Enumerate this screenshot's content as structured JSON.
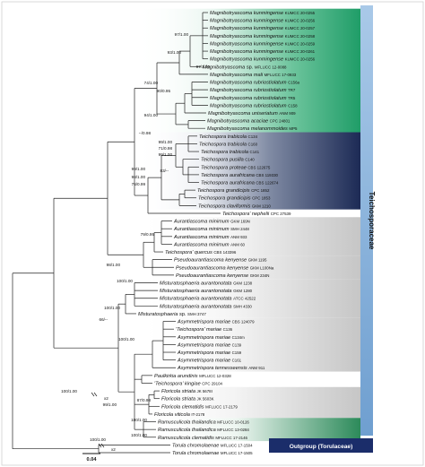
{
  "colors": {
    "new_species_text": "#1a3cd4",
    "magnibotryascoma_band": "#1f9d68",
    "teichospora_band": "#1c2a55",
    "aurantiascoma_band": "#cfcfcf",
    "family_bar": "#6f9fd0",
    "outgroup_bar": "#1b2d6a"
  },
  "family_label": "Teichosporaceae",
  "outgroup_label": "Outgroup (Torulaceae)",
  "scale_bar": "0.04",
  "break_marks": [
    "x2",
    "x2"
  ],
  "support_values": [
    "97/1.00",
    "93/1.00",
    "97/1.00",
    "74/1.00",
    "90/0.95",
    "94/1.00",
    "--/0.98",
    "99/1.00",
    "71/0.98",
    "99/1.00",
    "83/--",
    "99/1.00",
    "98/1.00",
    "76/0.99",
    "79/0.95",
    "98/1.00",
    "100/1.00",
    "100/1.00",
    "66/--",
    "100/1.00",
    "100/1.00",
    "99/1.00",
    "87/0.98",
    "100/1.00",
    "100/1.00",
    "100/1.00"
  ],
  "taxa": [
    {
      "genus": "Magnibotryascoma",
      "epithet": "kunmingense",
      "voucher": "KUMCC 20-0255",
      "highlight": true
    },
    {
      "genus": "Magnibotryascoma",
      "epithet": "kunmingense",
      "voucher": "KUMCC 20-0256",
      "highlight": true
    },
    {
      "genus": "Magnibotryascoma",
      "epithet": "kunmingense",
      "voucher": "KUMCC 20-0257",
      "highlight": true
    },
    {
      "genus": "Magnibotryascoma",
      "epithet": "kunmingense",
      "voucher": "KUMCC 20-0258",
      "highlight": true
    },
    {
      "genus": "Magnibotryascoma",
      "epithet": "kunmingense",
      "voucher": "KUMCC 20-0259",
      "highlight": true
    },
    {
      "genus": "Magnibotryascoma",
      "epithet": "kunmingense",
      "voucher": "KUMCC 20-0261",
      "highlight": true
    },
    {
      "genus": "Magnibotryascoma",
      "epithet": "kunmingense",
      "voucher": "KUMCC 20-0256",
      "highlight": true
    },
    {
      "genus": "Magnibotryascoma",
      "epithet": "sp.",
      "voucher": "MFLUCC 12-0088",
      "highlight": false
    },
    {
      "genus": "Magnibotryascoma",
      "epithet": "mali",
      "voucher": "MFLUCC 17-0933",
      "highlight": false
    },
    {
      "genus": "Magnibotryascoma",
      "epithet": "rubriostiolatum",
      "voucher": "C156a",
      "highlight": false
    },
    {
      "genus": "Magnibotryascoma",
      "epithet": "rubriostiolatum",
      "voucher": "TR7",
      "highlight": false
    },
    {
      "genus": "Magnibotryascoma",
      "epithet": "rubriostiolatum",
      "voucher": "TR5",
      "highlight": false
    },
    {
      "genus": "Magnibotryascoma",
      "epithet": "rubriostiolatum",
      "voucher": "C158",
      "highlight": false
    },
    {
      "genus": "Magnibotryascoma",
      "epithet": "uniseriatum",
      "voucher": "ANM 909",
      "highlight": false
    },
    {
      "genus": "Magnibotryascoma",
      "epithet": "acaciae",
      "voucher": "CPC 24801",
      "highlight": false
    },
    {
      "genus": "Magnibotryascoma",
      "epithet": "melanommoides",
      "voucher": "MP5",
      "highlight": false
    },
    {
      "genus": "Teichospora",
      "epithet": "trabicola",
      "voucher": "C134",
      "highlight": false
    },
    {
      "genus": "Teichospora",
      "epithet": "trabicola",
      "voucher": "C160",
      "highlight": false
    },
    {
      "genus": "Teichospora",
      "epithet": "trabicola",
      "voucher": "C141",
      "highlight": false
    },
    {
      "genus": "Teichospora",
      "epithet": "pusilla",
      "voucher": "C140",
      "highlight": false
    },
    {
      "genus": "Teichospora",
      "epithet": "proteae",
      "voucher": "CBS 122675",
      "highlight": false
    },
    {
      "genus": "Teichospora",
      "epithet": "aurafricana",
      "voucher": "CBS 119330",
      "highlight": false
    },
    {
      "genus": "Teichospora",
      "epithet": "aurafricana",
      "voucher": "CBS 122674",
      "highlight": false
    },
    {
      "genus": "Teichospora",
      "epithet": "grandicipis",
      "voucher": "CPC 1852",
      "highlight": false
    },
    {
      "genus": "Teichospora",
      "epithet": "grandicipis",
      "voucher": "CPC 1853",
      "highlight": false
    },
    {
      "genus": "Teichospora",
      "epithet": "claviformis",
      "voucher": "GKM 1210",
      "highlight": false
    },
    {
      "genus": "Teichospora'",
      "epithet": "nephelii",
      "voucher": "CPC 27539",
      "highlight": false
    },
    {
      "genus": "Aurantiascoma",
      "epithet": "minimum",
      "voucher": "GKM 169N",
      "highlight": false
    },
    {
      "genus": "Aurantiascoma",
      "epithet": "minimum",
      "voucher": "SMH 2448",
      "highlight": false
    },
    {
      "genus": "Aurantiascoma",
      "epithet": "minimum",
      "voucher": "ANM 933",
      "highlight": false
    },
    {
      "genus": "Aurantiascoma",
      "epithet": "minimum",
      "voucher": "ANM 60",
      "highlight": false
    },
    {
      "genus": "Teichospora'",
      "epithet": "quercus",
      "voucher": "CBS 143396",
      "highlight": false
    },
    {
      "genus": "Pseudoaurantiascoma",
      "epithet": "kenyense",
      "voucher": "GKM 1195",
      "highlight": false
    },
    {
      "genus": "Pseudoaurantiascoma",
      "epithet": "kenyense",
      "voucher": "GKM L100Na",
      "highlight": false
    },
    {
      "genus": "Pseudoaurantiascoma",
      "epithet": "kenyense",
      "voucher": "GKM 234N",
      "highlight": false
    },
    {
      "genus": "Misturatosphaeria",
      "epithet": "aurantonotata",
      "voucher": "GKM 1238",
      "highlight": false
    },
    {
      "genus": "Misturatosphaeria",
      "epithet": "aurantonotata",
      "voucher": "GKM 1280",
      "highlight": false
    },
    {
      "genus": "Misturatosphaeria",
      "epithet": "aurantonotata",
      "voucher": "ATCC 42522",
      "highlight": false
    },
    {
      "genus": "Misturatosphaeria",
      "epithet": "aurantonotata",
      "voucher": "SMH 4330",
      "highlight": false
    },
    {
      "genus": "Misturatosphaeria",
      "epithet": "sp.",
      "voucher": "SMH 3747",
      "highlight": false
    },
    {
      "genus": "Asymmetrispora",
      "epithet": "mariae",
      "voucher": "CBS 124079",
      "highlight": false
    },
    {
      "genus": "'Teichospora'",
      "epithet": "mariae",
      "voucher": "C136",
      "highlight": false
    },
    {
      "genus": "Asymmetrispora",
      "epithet": "mariae",
      "voucher": "C134m",
      "highlight": false
    },
    {
      "genus": "Asymmetrispora",
      "epithet": "mariae",
      "voucher": "C139",
      "highlight": false
    },
    {
      "genus": "Asymmetrispora",
      "epithet": "mariae",
      "voucher": "C159",
      "highlight": false
    },
    {
      "genus": "Asymmetrispora",
      "epithet": "mariae",
      "voucher": "C161",
      "highlight": false
    },
    {
      "genus": "Asymmetrispora",
      "epithet": "tennesseensis",
      "voucher": "ANM 911",
      "highlight": false
    },
    {
      "genus": "Paulkirkia",
      "epithet": "arundinis",
      "voucher": "MFLUCC 12-0328",
      "highlight": false
    },
    {
      "genus": "'Teichospora'",
      "epithet": "kingiae",
      "voucher": "CPC 29104",
      "highlight": false
    },
    {
      "genus": "Floricola",
      "epithet": "striata",
      "voucher": "JK 5678I",
      "highlight": false
    },
    {
      "genus": "Floricola",
      "epithet": "striata",
      "voucher": "JK 5603K",
      "highlight": false
    },
    {
      "genus": "Floricola",
      "epithet": "clematidis",
      "voucher": "MFLUCC 17-2179",
      "highlight": false
    },
    {
      "genus": "Floricola",
      "epithet": "viticola",
      "voucher": "IT-2178",
      "highlight": false
    },
    {
      "genus": "Ramusculicola",
      "epithet": "thailandica",
      "voucher": "MFLUCC 10-0126",
      "highlight": false
    },
    {
      "genus": "Ramusculicola",
      "epithet": "thailandica",
      "voucher": "MFLUCC 13-0284",
      "highlight": false
    },
    {
      "genus": "Ramusculicola",
      "epithet": "clematidis",
      "voucher": "MFLUCC 17-2146",
      "highlight": false
    },
    {
      "genus": "Torula",
      "epithet": "chromolaenae",
      "voucher": "MFLUCC 17-1504",
      "highlight": false
    },
    {
      "genus": "Torula",
      "epithet": "chromolaenae",
      "voucher": "MFLUCC 17-1505",
      "highlight": false
    }
  ]
}
